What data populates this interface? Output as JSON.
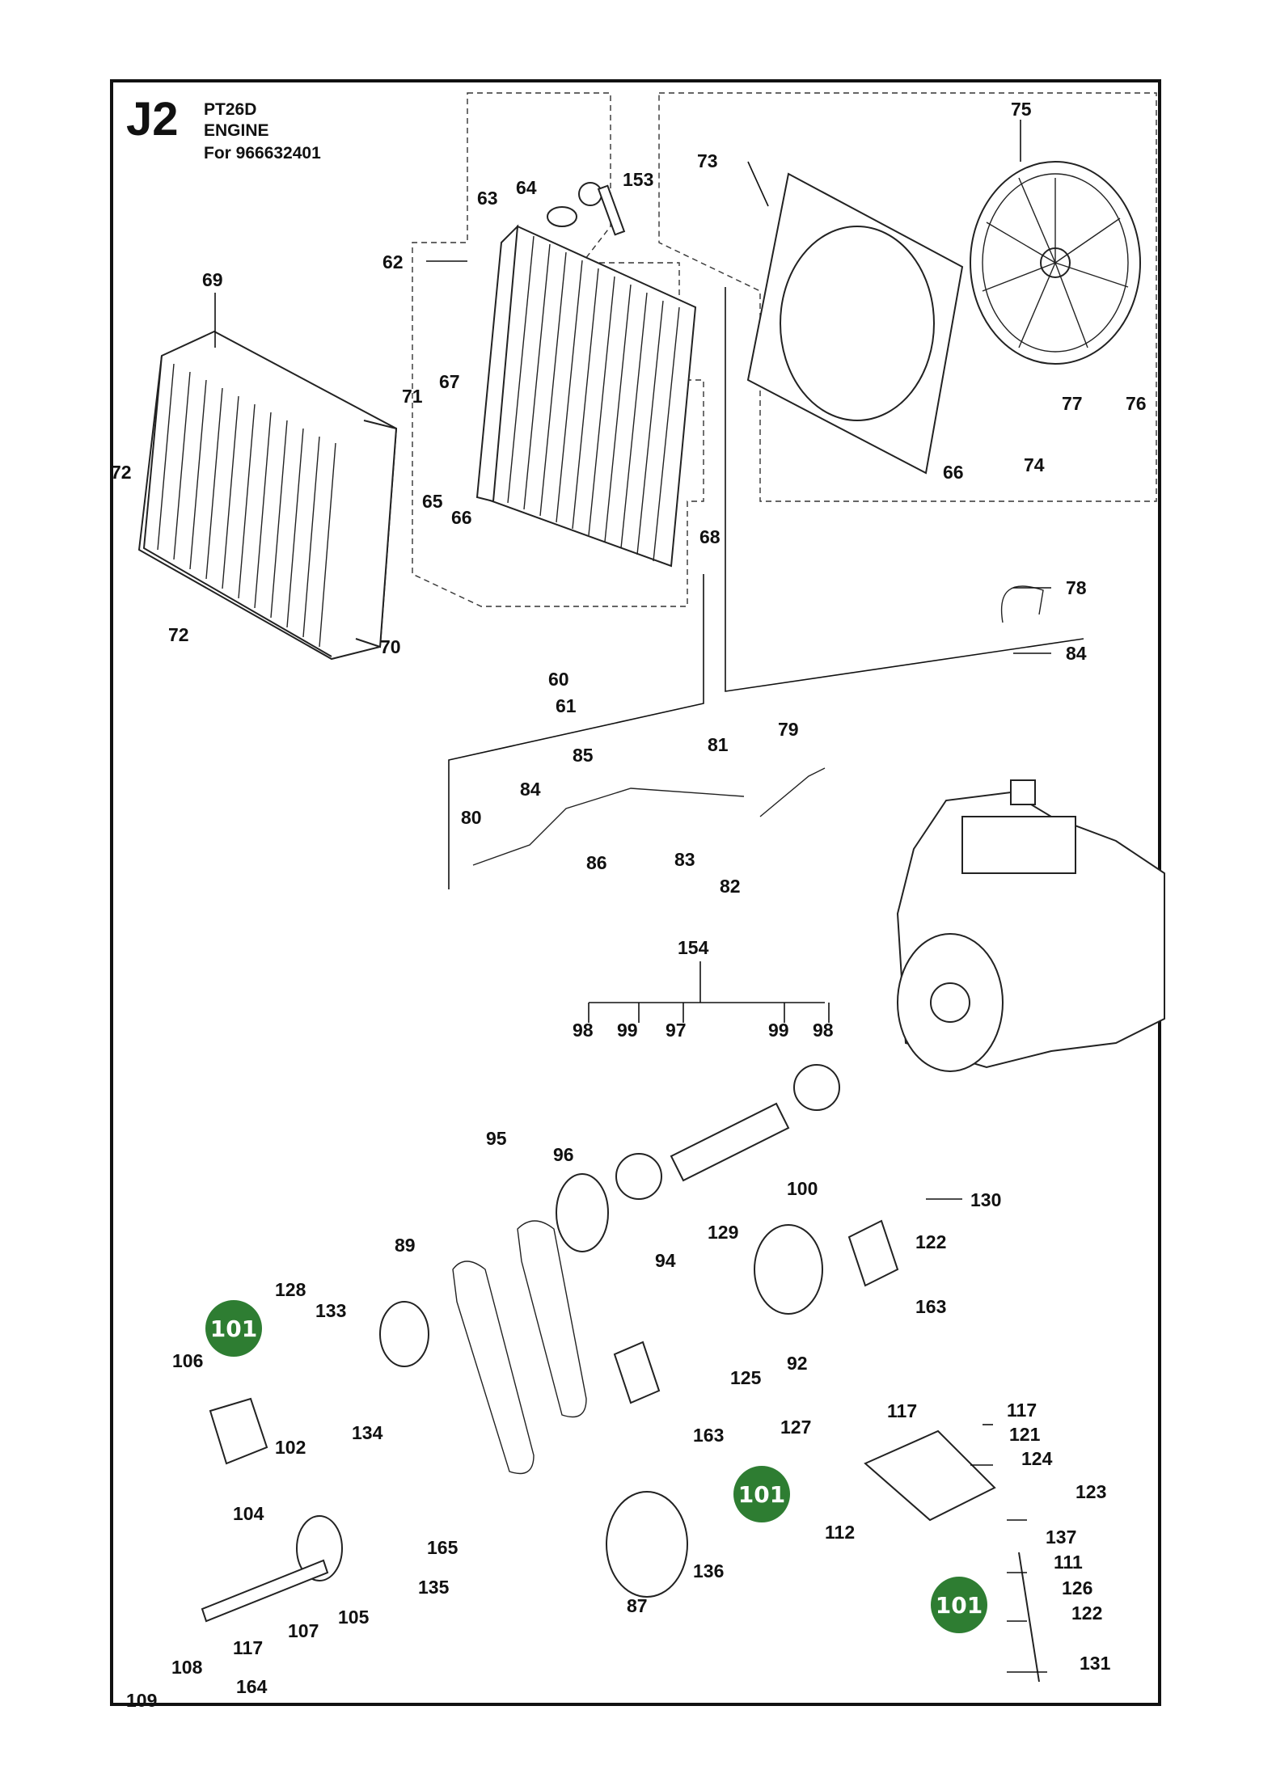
{
  "header": {
    "code": "J2",
    "model": "PT26D",
    "section": "ENGINE",
    "applies_to": "For 966632401"
  },
  "callouts": [
    "75",
    "73",
    "64",
    "153",
    "63",
    "62",
    "69",
    "71",
    "67",
    "72",
    "65",
    "66",
    "66",
    "68",
    "74",
    "77",
    "76",
    "78",
    "84",
    "72",
    "70",
    "60",
    "61",
    "85",
    "81",
    "79",
    "84",
    "80",
    "86",
    "83",
    "82",
    "154",
    "98",
    "99",
    "97",
    "99",
    "98",
    "100",
    "95",
    "96",
    "130",
    "89",
    "129",
    "122",
    "94",
    "128",
    "133",
    "163",
    "106",
    "125",
    "92",
    "102",
    "134",
    "163",
    "104",
    "127",
    "117",
    "117",
    "121",
    "124",
    "123",
    "112",
    "137",
    "111",
    "126",
    "122",
    "131",
    "165",
    "135",
    "136",
    "87",
    "105",
    "107",
    "117",
    "108",
    "164",
    "109"
  ],
  "badges": [
    "101",
    "101",
    "101"
  ],
  "colors": {
    "badge_green": "#2e7d32",
    "frame": "#111111"
  }
}
